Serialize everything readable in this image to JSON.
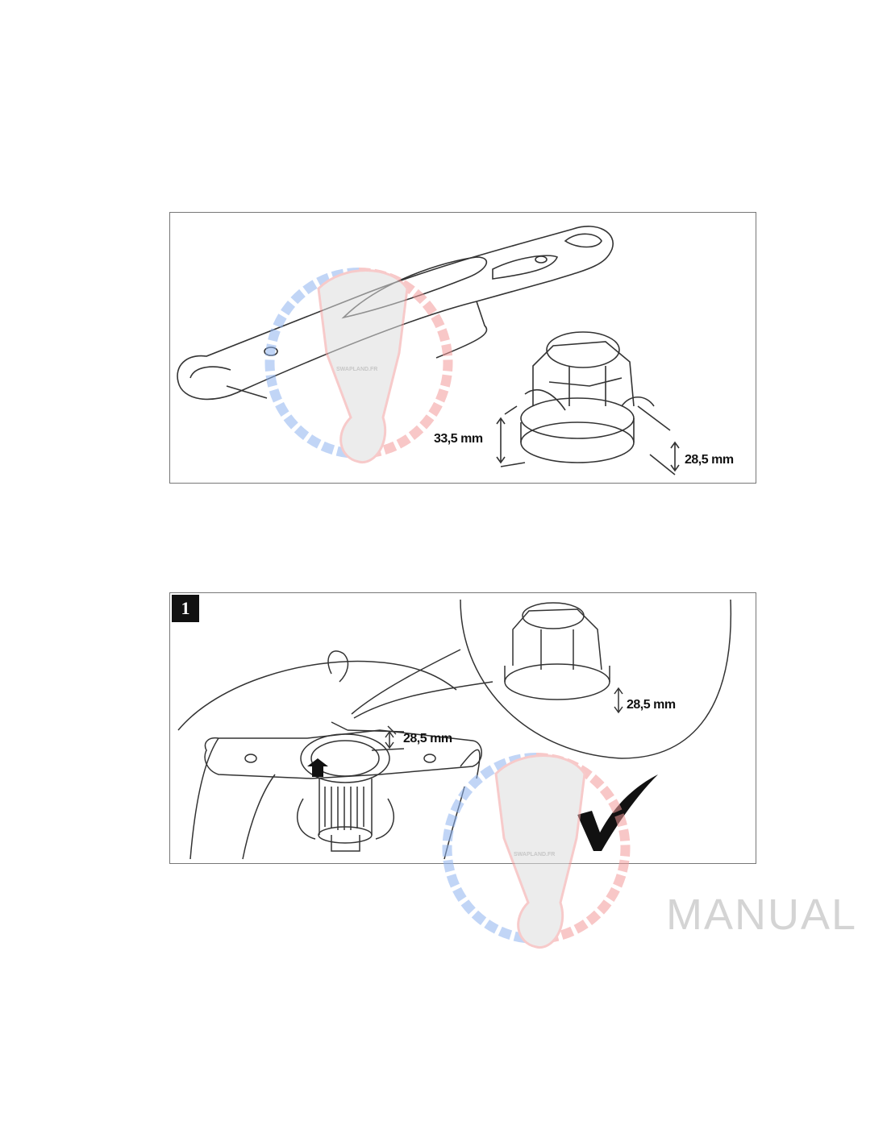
{
  "figure1": {
    "dimension_left": "33,5 mm",
    "dimension_right": "28,5 mm"
  },
  "figure2": {
    "step_number": "1",
    "dimension_detail": "28,5 mm",
    "dimension_main": "28,5 mm",
    "check_icon": "checkmark-icon"
  },
  "watermark": {
    "logo_text": "SWAPLAND.FR",
    "label": "MANUAL"
  }
}
